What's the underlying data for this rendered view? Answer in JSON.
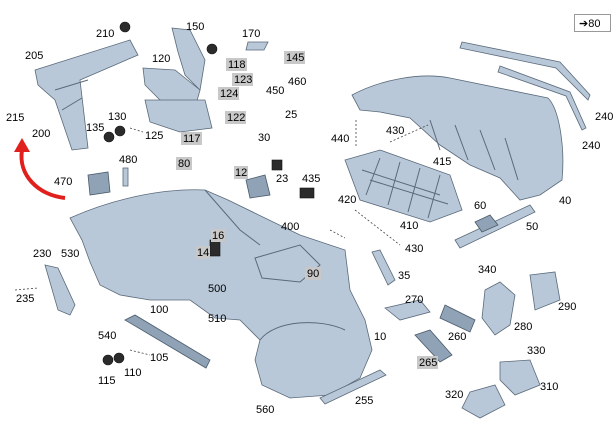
{
  "reference": {
    "arrow": "➔",
    "number": "80"
  },
  "labels": {
    "l10": "10",
    "l12": "12",
    "l14": "14",
    "l16": "16",
    "l23": "23",
    "l25": "25",
    "l30": "30",
    "l35": "35",
    "l40": "40",
    "l50": "50",
    "l60": "60",
    "l80": "80",
    "l90": "90",
    "l100": "100",
    "l105": "105",
    "l110": "110",
    "l115": "115",
    "l117": "117",
    "l118": "118",
    "l120": "120",
    "l122": "122",
    "l123": "123",
    "l124": "124",
    "l125": "125",
    "l130": "130",
    "l135": "135",
    "l145": "145",
    "l150": "150",
    "l170": "170",
    "l200": "200",
    "l205": "205",
    "l210": "210",
    "l215": "215",
    "l230": "230",
    "l235": "235",
    "l240a": "240",
    "l240b": "240",
    "l255": "255",
    "l260": "260",
    "l265": "265",
    "l270": "270",
    "l280": "280",
    "l290": "290",
    "l310": "310",
    "l320": "320",
    "l330": "330",
    "l340": "340",
    "l400": "400",
    "l410": "410",
    "l415": "415",
    "l420": "420",
    "l430a": "430",
    "l430b": "430",
    "l435": "435",
    "l440": "440",
    "l450": "450",
    "l460": "460",
    "l470": "470",
    "l480": "480",
    "l500": "500",
    "l510": "510",
    "l530": "530",
    "l540": "540",
    "l560": "560"
  },
  "colors": {
    "part": "#b8c8d8",
    "arrow": "#e0201c",
    "highlight": "#c8c8c8"
  }
}
